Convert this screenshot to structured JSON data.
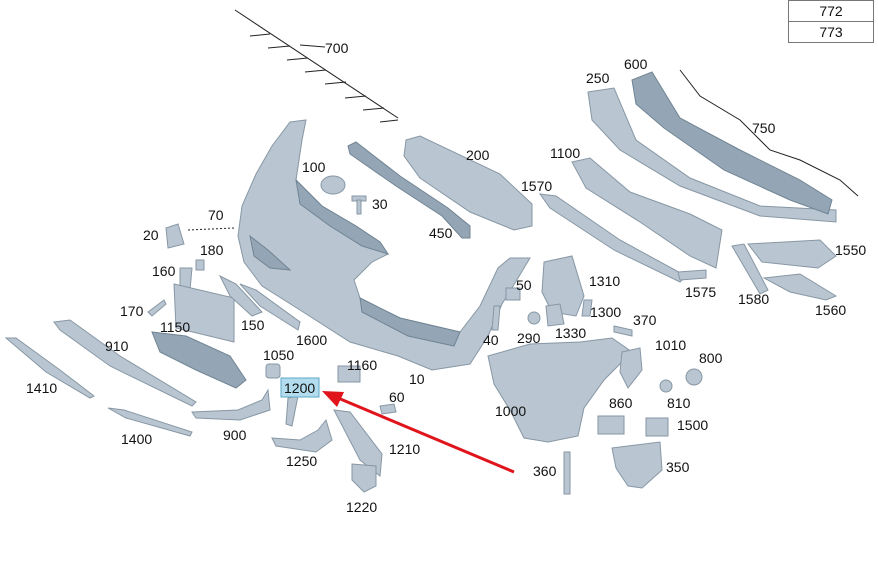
{
  "ref_table": [
    "772",
    "773"
  ],
  "labels": {
    "p700": "700",
    "p200": "200",
    "p100": "100",
    "p30": "30",
    "p450": "450",
    "p70": "70",
    "p20": "20",
    "p180": "180",
    "p160": "160",
    "p170": "170",
    "p1150": "1150",
    "p150": "150",
    "p1600": "1600",
    "p910": "910",
    "p1410": "1410",
    "p1050": "1050",
    "p1160": "1160",
    "p10": "10",
    "p1200": "1200",
    "p60": "60",
    "p900": "900",
    "p1400": "1400",
    "p1250": "1250",
    "p1210": "1210",
    "p1220": "1220",
    "p250": "250",
    "p600": "600",
    "p750": "750",
    "p1100": "1100",
    "p1570": "1570",
    "p50": "50",
    "p1310": "1310",
    "p1575": "1575",
    "p1580": "1580",
    "p1550": "1550",
    "p1560": "1560",
    "p1300": "1300",
    "p290": "290",
    "p1330": "1330",
    "p40": "40",
    "p370": "370",
    "p1010": "1010",
    "p800": "800",
    "p1000": "1000",
    "p810": "810",
    "p860": "860",
    "p1500": "1500",
    "p360": "360",
    "p350": "350"
  },
  "highlight": {
    "part": "1200",
    "color": "#b3dcee",
    "arrow_color": "#e0141b"
  }
}
